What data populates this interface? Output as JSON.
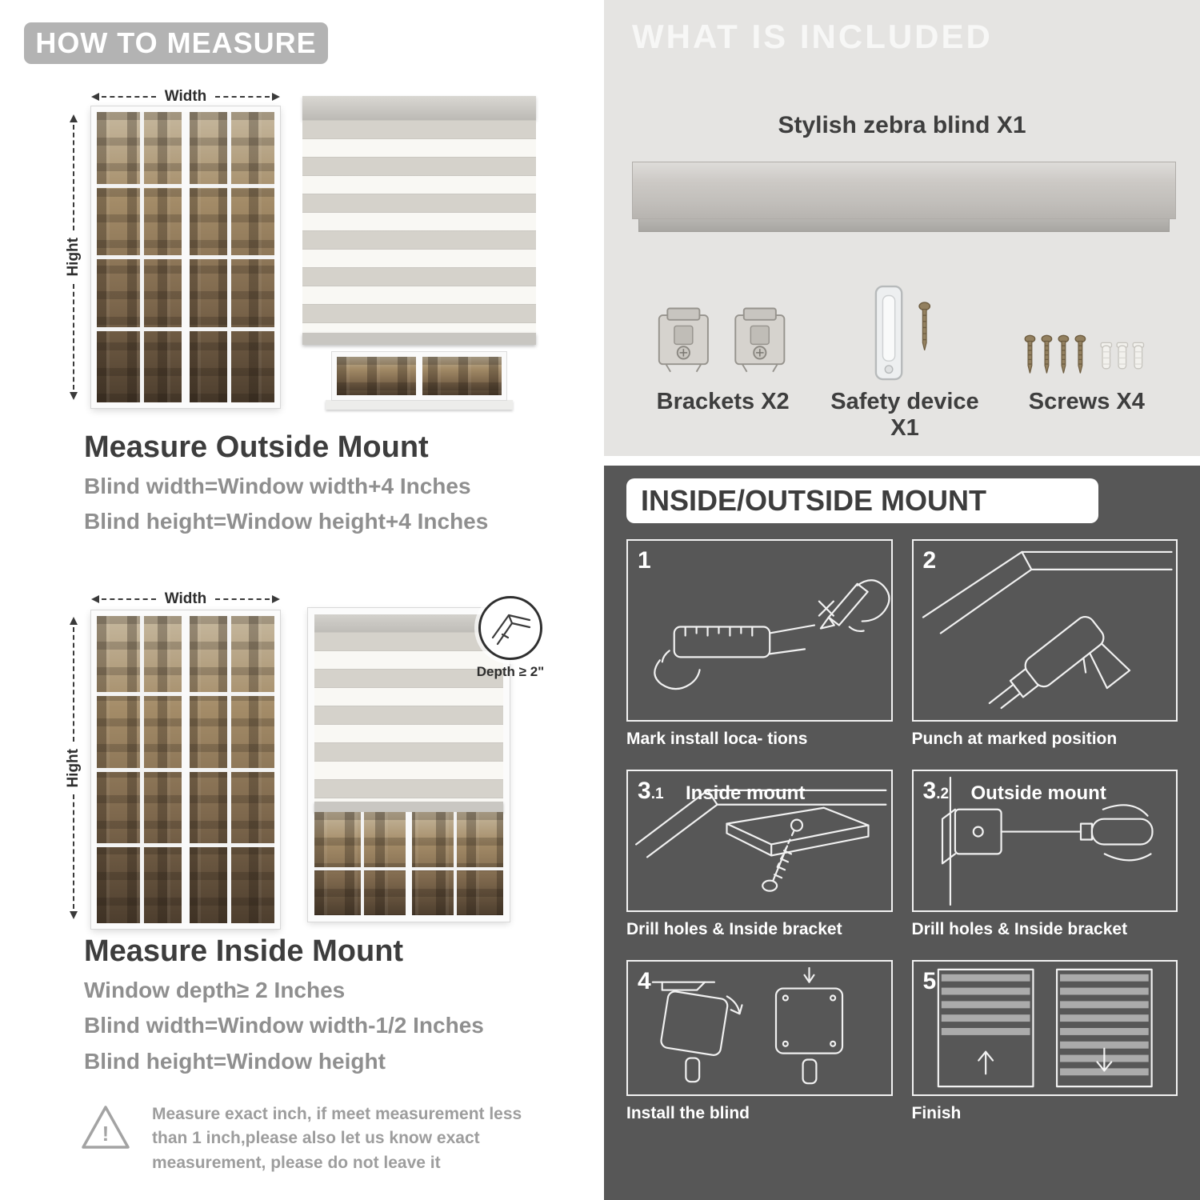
{
  "colors": {
    "badge_gray": "#b3b3b3",
    "heading": "#3d3d3d",
    "muted_text": "#8f8f8f",
    "light_panel": "#e5e4e2",
    "dark_panel": "#575757"
  },
  "how_to_measure": {
    "badge": "HOW TO MEASURE",
    "outside": {
      "width_label": "Width",
      "height_label": "Hight",
      "title": "Measure Outside Mount",
      "lines": [
        "Blind width=Window width+4 Inches",
        "Blind height=Window height+4 Inches"
      ]
    },
    "inside": {
      "width_label": "Width",
      "height_label": "Hight",
      "depth_label": "Depth ≥ 2\"",
      "title": "Measure Inside Mount",
      "lines": [
        "Window depth≥ 2 Inches",
        "Blind width=Window width-1/2 Inches",
        "Blind height=Window height"
      ]
    },
    "warning_icon": "!",
    "warning": "Measure exact inch, if meet measurement less than 1 inch,please also let us know exact measurement, please do not leave it"
  },
  "included": {
    "badge": "WHAT IS INCLUDED",
    "blind_label": "Stylish zebra blind X1",
    "items": [
      {
        "name": "brackets",
        "label": "Brackets X2"
      },
      {
        "name": "safety-device",
        "label": "Safety device X1"
      },
      {
        "name": "screws",
        "label": "Screws X4"
      }
    ]
  },
  "mount_steps": {
    "badge": "INSIDE/OUTSIDE MOUNT",
    "steps": [
      {
        "num": "1",
        "sub": "",
        "title": "",
        "caption": "Mark install loca- tions"
      },
      {
        "num": "2",
        "sub": "",
        "title": "",
        "caption": "Punch at  marked position"
      },
      {
        "num": "3",
        "sub": ".1",
        "title": "Inside mount",
        "caption": "Drill holes &  Inside bracket"
      },
      {
        "num": "3",
        "sub": ".2",
        "title": "Outside mount",
        "caption": "Drill holes &  Inside bracket"
      },
      {
        "num": "4",
        "sub": "",
        "title": "",
        "caption": "Install the blind"
      },
      {
        "num": "5",
        "sub": "",
        "title": "",
        "caption": "Finish"
      }
    ]
  }
}
